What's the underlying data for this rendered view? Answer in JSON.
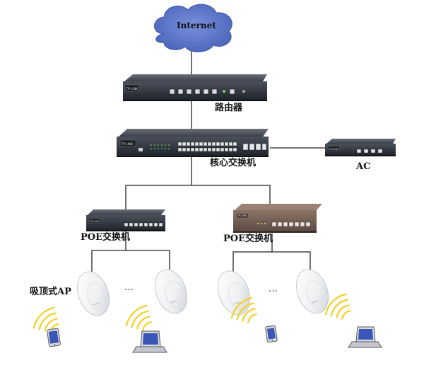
{
  "labels": {
    "internet": "Internet",
    "router": "路由器",
    "core_switch": "核心交换机",
    "ac": "AC",
    "poe_switch_left": "POE交换机",
    "poe_switch_right": "POE交换机",
    "ceiling_ap": "吸顶式AP",
    "ellipsis_left": "…",
    "ellipsis_right": "…"
  },
  "device_logos": {
    "router": "TP-LINK",
    "core_switch": "TP-LINK",
    "ac": "TP-LINK",
    "poe_left": "TP-LINK",
    "poe_right": "TP-LINK"
  },
  "colors": {
    "cloud": "#5b76c9",
    "device_dark": "#2c3038",
    "device_brown": "#6d5a50",
    "wifi": "#f3d233",
    "line": "#222222"
  },
  "icons": {
    "cloud": "cloud-icon",
    "router": "router-icon",
    "switch": "switch-icon",
    "ap": "ceiling-ap-icon",
    "tablet": "tablet-icon",
    "laptop": "laptop-icon",
    "wifi": "wifi-signal-icon"
  }
}
